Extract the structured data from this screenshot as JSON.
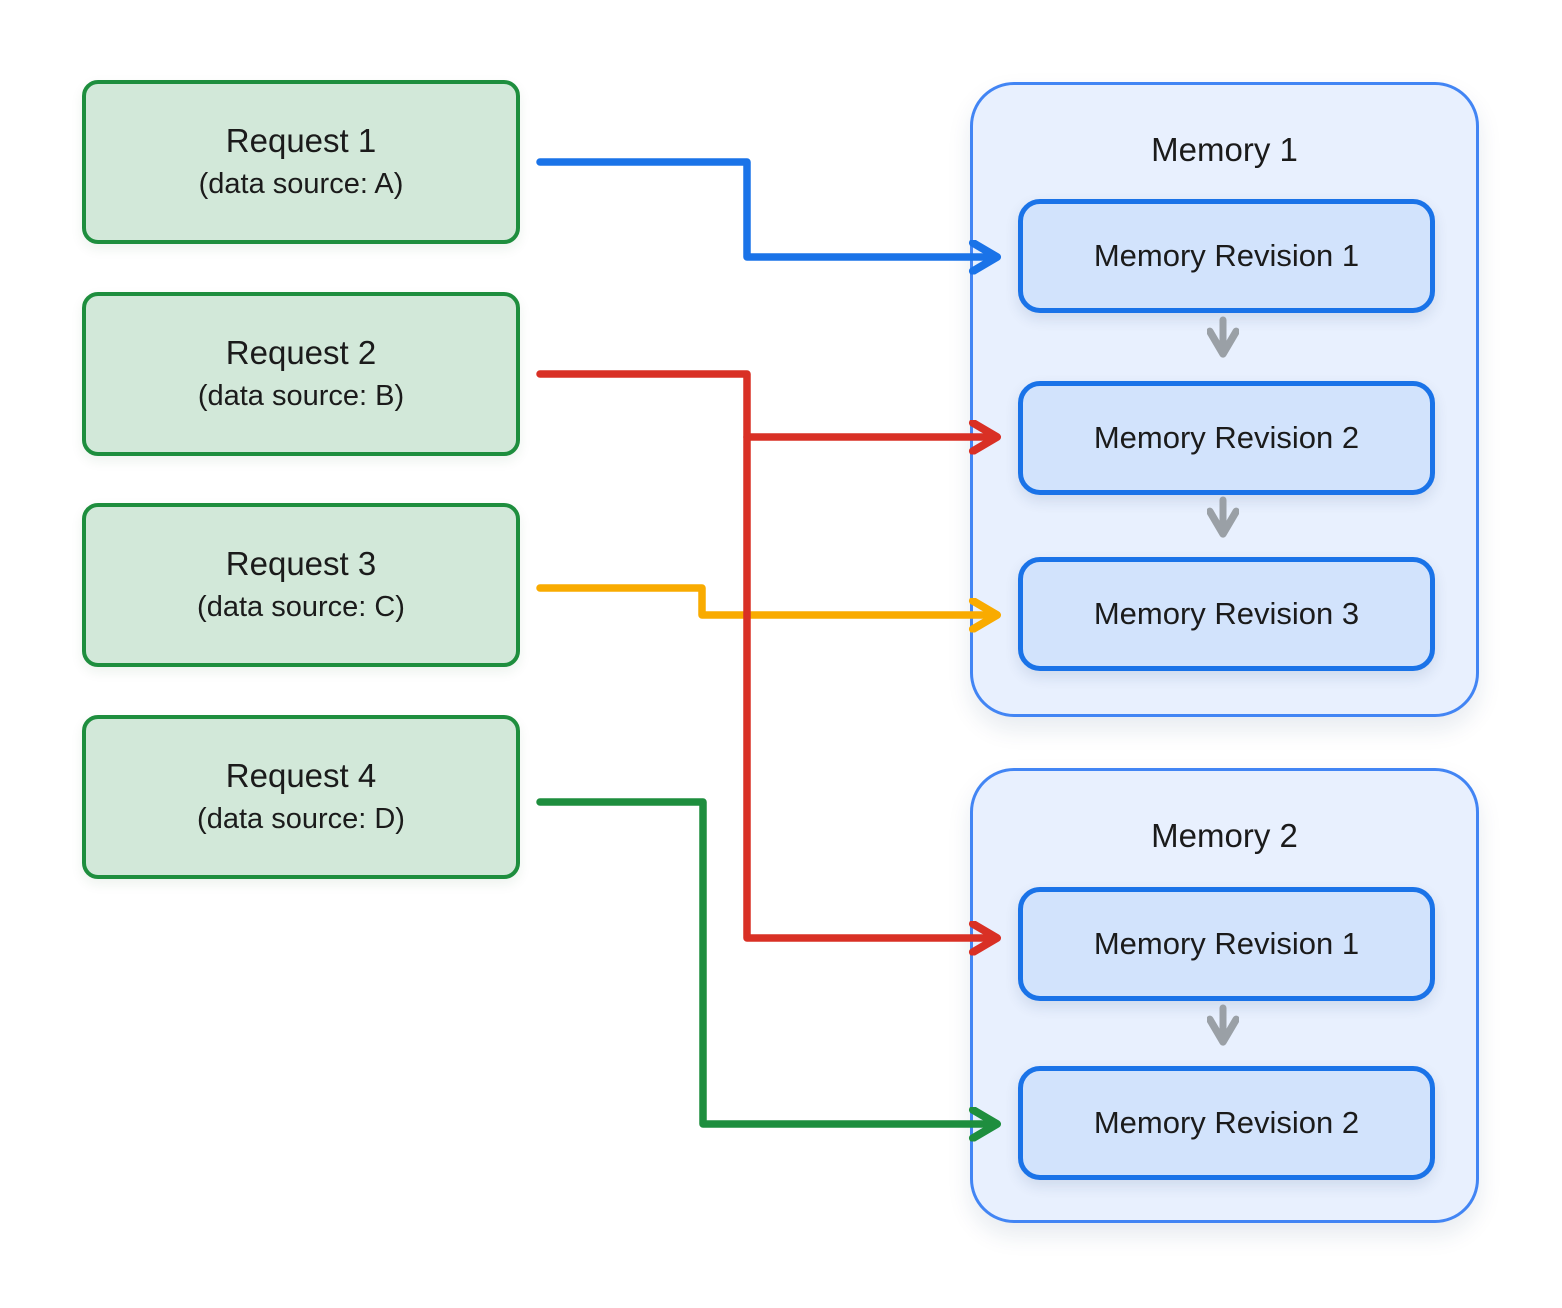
{
  "diagram": {
    "requests": [
      {
        "title": "Request 1",
        "subtitle": "(data source: A)"
      },
      {
        "title": "Request 2",
        "subtitle": "(data source: B)"
      },
      {
        "title": "Request 3",
        "subtitle": "(data source: C)"
      },
      {
        "title": "Request 4",
        "subtitle": "(data source: D)"
      }
    ],
    "memories": [
      {
        "title": "Memory 1",
        "revisions": [
          "Memory Revision 1",
          "Memory Revision 2",
          "Memory Revision 3"
        ]
      },
      {
        "title": "Memory 2",
        "revisions": [
          "Memory Revision 1",
          "Memory Revision 2"
        ]
      }
    ],
    "connectors": [
      {
        "from": "Request 1",
        "to": "Memory 1 / Memory Revision 1",
        "color": "#1a73e8"
      },
      {
        "from": "Request 3",
        "to": "Memory 1 / Memory Revision 3",
        "color": "#f9ab00"
      },
      {
        "from": "Request 2",
        "to": "Memory 1 / Memory Revision 2",
        "color": "#d93025"
      },
      {
        "from": "Request 2",
        "to": "Memory 2 / Memory Revision 1",
        "color": "#d93025"
      },
      {
        "from": "Request 4",
        "to": "Memory 2 / Memory Revision 2",
        "color": "#1e8e3e"
      }
    ],
    "colors": {
      "request_fill": "#d2e8d9",
      "request_border": "#1e8e3e",
      "memory_fill": "#e8f0fe",
      "memory_border": "#4285f4",
      "revision_fill": "#d2e3fc",
      "revision_border": "#1a73e8",
      "flow_arrow": "#9aa0a6",
      "text": "#1b1b1b"
    }
  }
}
